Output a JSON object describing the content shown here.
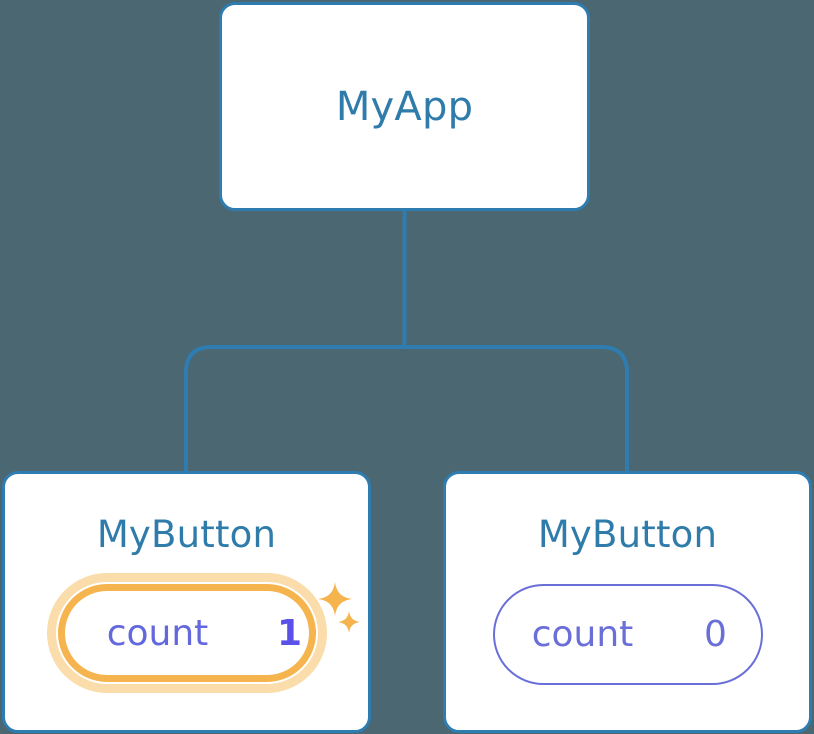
{
  "diagram": {
    "title": "component-tree-with-state",
    "background_color": "#4b6771",
    "edge_color": "#2e7cb0",
    "node_border_color": "#2e7cb0",
    "node_fill_color": "#ffffff",
    "node_title_color": "#2f7cab",
    "state_color": "#6a6fd8",
    "highlight_color": "#f6b44e",
    "highlight_glow_color": "#fbdcab",
    "highlight_value_color": "#5a52e8"
  },
  "root": {
    "label": "MyApp"
  },
  "children": [
    {
      "label": "MyButton",
      "state": {
        "key": "count",
        "value": "1"
      },
      "highlighted": true,
      "sparkles": [
        "sparkle-large",
        "sparkle-small"
      ]
    },
    {
      "label": "MyButton",
      "state": {
        "key": "count",
        "value": "0"
      },
      "highlighted": false,
      "sparkles": []
    }
  ]
}
